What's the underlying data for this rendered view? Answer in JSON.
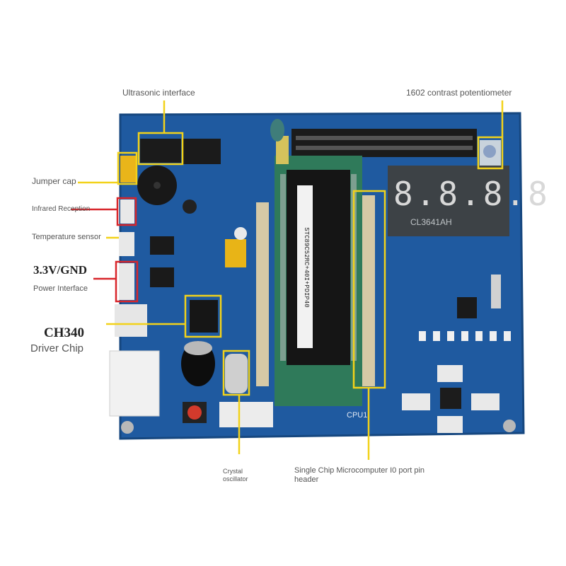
{
  "annotations": {
    "ultrasonic": "Ultrasonic interface",
    "potentiometer": "1602 contrast potentiometer",
    "jumper": "Jumper cap",
    "infrared": "Infrared Reception",
    "temperature": "Temperature sensor",
    "power_voltage": "3.3V/GND",
    "power_interface": "Power Interface",
    "ch340": "CH340",
    "driver_chip": "Driver Chip",
    "crystal_line1": "Crystal",
    "crystal_line2": "oscillator",
    "pin_header_line1": "Single Chip Microcomputer I0 port pin",
    "pin_header_line2": "header"
  },
  "board_text": {
    "display_model": "CL3641AH",
    "chip_marking": "STC89C52RC+40I+PDIP40",
    "cpu_label": "CPU1"
  },
  "colors": {
    "board": "#1f5aa0",
    "board_edge": "#16477f",
    "highlight_yellow": "#f2d21a",
    "highlight_red": "#d8262b",
    "socket_green": "#2f7a5a",
    "display_bg": "#3d4246"
  }
}
